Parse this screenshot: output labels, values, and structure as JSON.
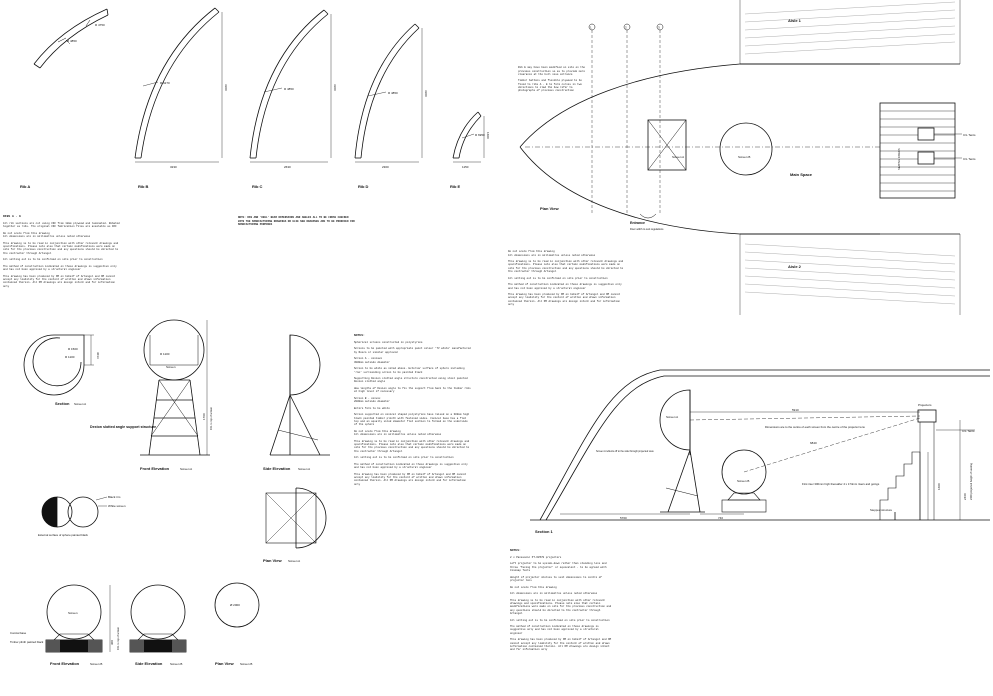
{
  "ribs": {
    "rib_a": "Rib A",
    "rib_b": "Rib B",
    "rib_c": "Rib C",
    "rib_d": "Rib D",
    "rib_e": "Rib E",
    "radius_a": "R 4850",
    "radius_a2": "R 4750",
    "radius_b": "R 6270",
    "radius_c": "R 4850",
    "radius_d": "R 4850",
    "radius_e": "R 6950",
    "height_b": "3300",
    "height_c": "3300",
    "height_d": "3300",
    "height_e": "1600",
    "width_b": "3230",
    "width_c": "2630",
    "width_d": "2300",
    "width_e": "1150"
  },
  "rib_notes": {
    "title": "RIBS A - E",
    "body": "All rib sections are cut using CNC from 18mm plywood and laminated. Rebated together as ribs. The original CNC fabrication files are available as DXF\n\nDo not scale from this drawing\nAll dimensions are in millimetres unless noted otherwise\n\nThis drawing is to be read in conjunction with other relevant drawings and specifications. Please note also that certain modifications were made on site for the previous construction and any questions should be directed to the contractor through Artangel\n\nAll setting out is to be confirmed on site prior to construction\n\nThe method of construction indicated on these drawings is suggestive only and has not been approved by a structural engineer\n\nThis drawing has been produced by OM on behalf of Artangel and OM cannot accept any liability for the content of written and drawn information contained therein. All OM drawings are design intent and for information only"
  },
  "top_note": "NOTE: RIB AND 'KEEL' BEAM DIMENSIONS AND ANGLES ALL TO BE CROSS CHECKED WITH THE MANUFACTURING DRAWINGS OR ELSE NEW DRAWINGS ARE TO BE PRODUCED FOR MANUFACTURING PURPOSES",
  "plan": {
    "title": "Plan View",
    "aisle_1": "Aisle 1",
    "aisle_2": "Aisle 2",
    "main_space": "Main Space",
    "screen_a": "Screen A",
    "screen_b": "Screen B",
    "entrance": "Entrance",
    "door_note": "Door width to suit regulations",
    "grid_1": "1",
    "grid_2": "2",
    "grid_3": "3",
    "ctl_1": "C/L Tents",
    "ctl_2": "C/L Tents",
    "risers": "SEATING RISERS",
    "rib_note": "Rib E may have been modified on site on the previous construction so as to provide more clearance at the bull nose entrance\n\nTimber battens and flexible plywood to be fixed to ribs A - E to form curves in two directions to clad the bow refer to photographs of previous construction",
    "notes": "Do not scale from this drawing\nAll dimensions are in millimetres unless noted otherwise\n\nThis drawing is to be read in conjunction with other relevant drawings and specifications. Please note also that certain modifications were made on site for the previous construction and any questions should be directed to the contractor through Artangel\n\nAll setting out is to be confirmed on site prior to construction\n\nThe method of construction indicated on these drawings is suggestive only and has not been approved by a structural engineer\n\nThis drawing has been produced by OM on behalf of Artangel and OM cannot accept any liability for the content of written and drawn information contained therein. All OM drawings are design intent and for information only"
  },
  "screen_a": {
    "section_label": "Section",
    "section_sub": "Screen A",
    "radius_1": "R 1500",
    "radius_2": "R 1100",
    "radius_3": "R 1100",
    "dim_1": "3013",
    "front_label": "Front Elevation",
    "front_sub": "Screen A",
    "screen_word": "Screen",
    "support_note": "Dexion slotted angle support structure",
    "height_1": "1700",
    "height_2": "FFL to top of screen",
    "side_label": "Side Elevation",
    "side_sub": "Screen A",
    "plan_label": "Plan View",
    "plan_sub": "Screen A",
    "black_rim": "Black rim",
    "white_screen": "White screen",
    "surface_note": "External surface of sphere painted black"
  },
  "notes_mid": {
    "title": "NOTES:",
    "body": "Spherical screens constructed in polystyrene\n\nScreens to be painted with appropriate paint colour 'TV white' manufactured by Rosco or similar approved\n\nScreen A - concave\n3000mm outside diameter\n\nScreen to be white as noted above. Exterior surface of sphere including 'rim' surrounding screen to be painted black\n\nSupporting Dexion slotted angle structure constructed using steel painted Dexion slotted angle\n\nHow lengths of Dexion angle to fix the support from back to the timber ribs at high level if necessary\n\nScreen B - convex\n2000mm outside diameter\n\nEntire form to be white\n\nScreen supported on conical shaped polystyrene base raised on a 300mm high black painted timber plinth with fastened sides. Conical base has a flat top and an equally sized diameter flat section to formed on the underside of the sphere\n\nDo not scale from this drawing\nAll dimensions are in millimetres unless noted otherwise\n\nThis drawing is to be read in conjunction with other relevant drawings and specifications. Please note also that certain modifications were made on site for the previous construction and any questions should be directed to the contractor through Artangel\n\nAll setting out is to be confirmed on site prior to construction\n\nThe method of construction indicated on these drawings is suggestive only and has not been approved by a structural engineer\n\nThis drawing has been produced by OM on behalf of Artangel and OM cannot accept any liability for the content of written and drawn information contained therein. All OM drawings are design intent and for information only"
  },
  "screen_b": {
    "front_label": "Front Elevation",
    "front_sub": "Screen B",
    "screen_word": "Screen",
    "conical_base": "Conical base",
    "timber_plinth": "Timber plinth painted black",
    "dim_1": "300",
    "dim_2": "FFL to top of screen",
    "side_label": "Side Elevation",
    "side_sub": "Screen B",
    "plan_label": "Plan View",
    "plan_sub": "Screen B",
    "diameter": "Ø 2000"
  },
  "section1": {
    "title": "Section 1",
    "screen_a": "Screen A",
    "screen_b": "Screen B",
    "projectors": "Projectors",
    "ctl": "C/L Tents",
    "dim_top": "5910",
    "dim_diag": "6840",
    "dim_bottom_1": "5760",
    "dim_bottom_2": "740",
    "dim_plinth": "1600",
    "dim_riser": "2460",
    "riser_note": "First riser 300mm high thereafter 4 x 174mm risers and goings",
    "stepped": "Stepped structure",
    "dim_note": "Dimensions are to the centre of each screen from the centre of the projector lens",
    "screen_note": "Screen A reflects off to the side through projected view",
    "ffl": "2400 projected height of seating"
  },
  "notes_bottom": {
    "title": "NOTES:",
    "body": "2 x Panasonic PT-DZ570 projectors\n\nLeft projector to be upside-down rather than standing lens and throw 'facing the projector' or equivalent - to be agreed with Cinemap Tents\n\nHeight of projector shelves to suit dimensions to centre of projector lens\n\nDo not scale from this drawing\n\nAll dimensions are in millimetres unless noted otherwise\n\nThis drawing is to be read in conjunction with other relevant drawings and specifications. Please note also that certain modifications were made on site for the previous construction and any questions should be directed to the contractor through Artangel\n\nAll setting out is to be confirmed on site prior to construction\n\nThe method of construction indicated on these drawings is suggestive only and has not been approved by a structural engineer\n\nThis drawing has been produced by OM on behalf of Artangel and OM cannot accept any liability for the content of written and drawn information contained therein. All OM drawings are design intent and for information only"
  }
}
